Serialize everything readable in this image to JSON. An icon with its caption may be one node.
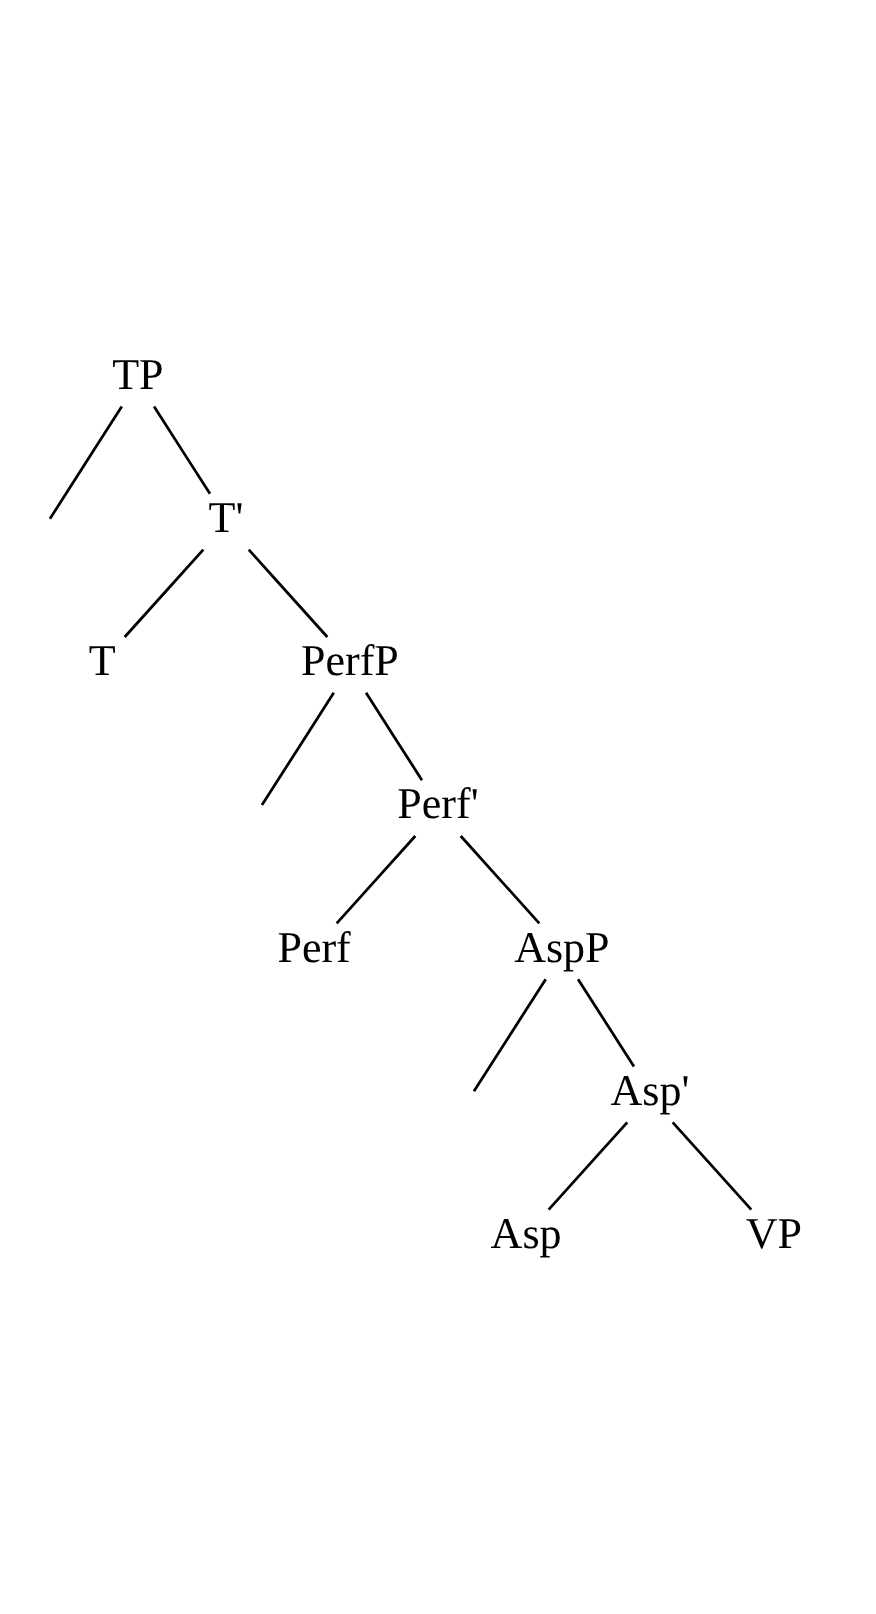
{
  "diagram": {
    "nodes": [
      {
        "text": [
          "TP"
        ]
      },
      {
        "text": [
          "T'"
        ]
      },
      {
        "text": [
          "T"
        ]
      },
      {
        "text": [
          "PerfP"
        ]
      },
      {
        "text": [
          "Perf'"
        ]
      },
      {
        "text": [
          "Perf"
        ]
      },
      {
        "text": [
          "AspP"
        ]
      },
      {
        "text": [
          "Asp'"
        ]
      },
      {
        "text": [
          "Asp"
        ]
      },
      {
        "text": [
          "VP"
        ]
      }
    ],
    "edges": [
      {
        "from": 0,
        "to": null,
        "arrow": "none"
      },
      {
        "from": 0,
        "to": 1,
        "arrow": "none"
      },
      {
        "from": 1,
        "to": 2,
        "arrow": "none"
      },
      {
        "from": 1,
        "to": 3,
        "arrow": "none"
      },
      {
        "from": 3,
        "to": null,
        "arrow": "none"
      },
      {
        "from": 3,
        "to": 4,
        "arrow": "none"
      },
      {
        "from": 4,
        "to": 5,
        "arrow": "none"
      },
      {
        "from": 4,
        "to": 6,
        "arrow": "none"
      },
      {
        "from": 6,
        "to": null,
        "arrow": "none"
      },
      {
        "from": 6,
        "to": 7,
        "arrow": "none"
      },
      {
        "from": 7,
        "to": 8,
        "arrow": "none"
      },
      {
        "from": 7,
        "to": 9,
        "arrow": "none"
      }
    ]
  }
}
